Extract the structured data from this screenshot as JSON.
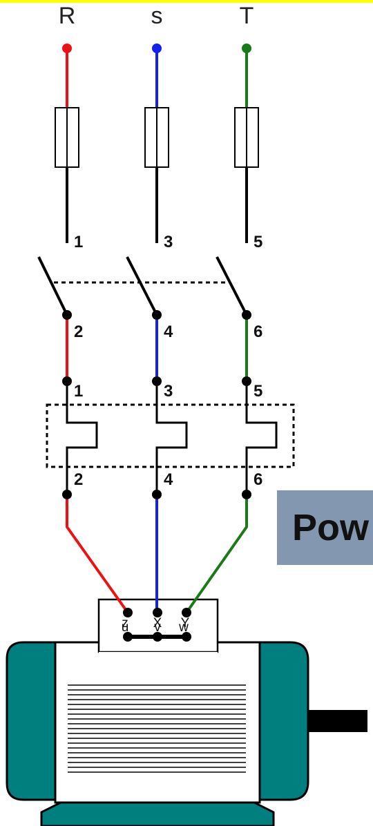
{
  "phases": [
    {
      "name": "R",
      "color": "#ee1111",
      "top_terminal": "1",
      "switch_bottom": "2",
      "relay_top": "1",
      "relay_bottom": "2",
      "motor_terminal": "u",
      "star_terminal": "z"
    },
    {
      "name": "s",
      "color": "#1122ee",
      "top_terminal": "3",
      "switch_bottom": "4",
      "relay_top": "3",
      "relay_bottom": "4",
      "motor_terminal": "v",
      "star_terminal": "X"
    },
    {
      "name": "T",
      "color": "#1a7a1a",
      "top_terminal": "5",
      "switch_bottom": "6",
      "relay_top": "5",
      "relay_bottom": "6",
      "motor_terminal": "w",
      "star_terminal": "Y"
    }
  ],
  "title": "Pow",
  "colors": {
    "accent_bar": "#ffff00",
    "motor_body": "#007f7f",
    "title_box": "#8497b0",
    "wire_black": "#000000"
  }
}
